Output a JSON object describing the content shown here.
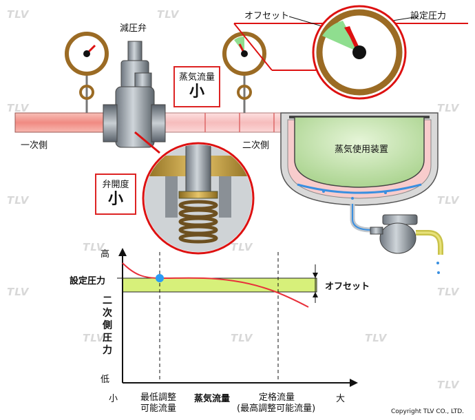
{
  "labels": {
    "reducing_valve": "減圧弁",
    "primary_side": "一次側",
    "secondary_side": "二次側",
    "steam_flow": "蒸気流量",
    "steam_flow_value": "小",
    "valve_opening": "弁開度",
    "valve_opening_value": "小",
    "steam_equipment": "蒸気使用装置",
    "offset_top": "オフセット",
    "set_pressure_top": "設定圧力",
    "copyright": "Copyright TLV CO., LTD."
  },
  "graph": {
    "y_high": "高",
    "y_low": "低",
    "y_axis_label": "二次側圧力",
    "set_pressure": "設定圧力",
    "offset": "オフセット",
    "x_small": "小",
    "x_large": "大",
    "x_axis_label": "蒸気流量",
    "min_flow_line1": "最低調整",
    "min_flow_line2": "可能流量",
    "rated_flow_line1": "定格流量",
    "rated_flow_line2": "(最高調整可能流量)"
  },
  "watermark": "TLV",
  "colors": {
    "accent_red": "#dd1111",
    "pipe_primary": "#f4a09a",
    "pipe_secondary": "#f8c4c4",
    "gauge_ring": "#9b6b24",
    "offset_band": "#d7f07a",
    "equipment_fill": "#c6e7b0",
    "point_blue": "#2a9df4"
  }
}
